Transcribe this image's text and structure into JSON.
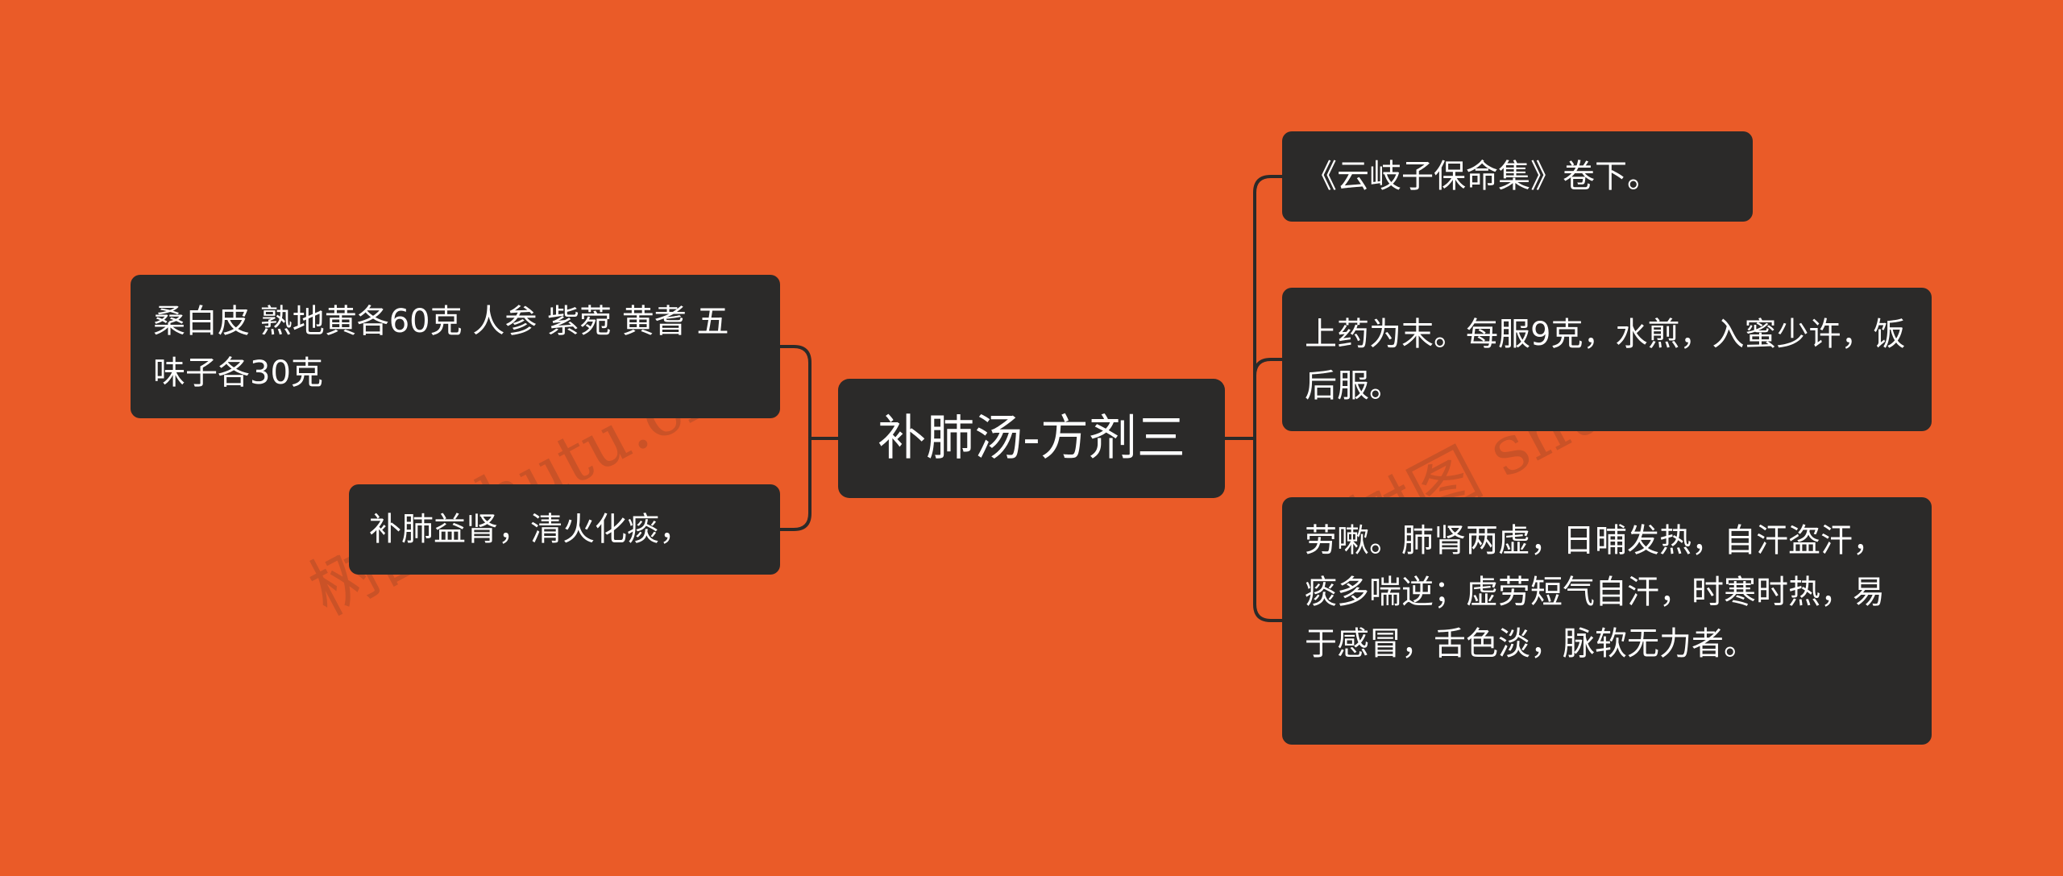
{
  "mindmap": {
    "center": "补肺汤-方剂三",
    "left": [
      "桑白皮 熟地黄各60克 人参 紫菀 黄耆 五味子各30克",
      "补肺益肾，清火化痰，"
    ],
    "right": [
      "《云岐子保命集》卷下。",
      "上药为末。每服9克，水煎，入蜜少许，饭后服。",
      "劳嗽。肺肾两虚，日晡发热，自汗盗汗，痰多喘逆；虚劳短气自汗，时寒时热，易于感冒，舌色淡，脉软无力者。"
    ]
  },
  "watermark": "树图 shutu.cn",
  "colors": {
    "background": "#ea5b28",
    "node": "#2b2a29",
    "text": "#ffffff",
    "connector": "#2b2a29"
  }
}
